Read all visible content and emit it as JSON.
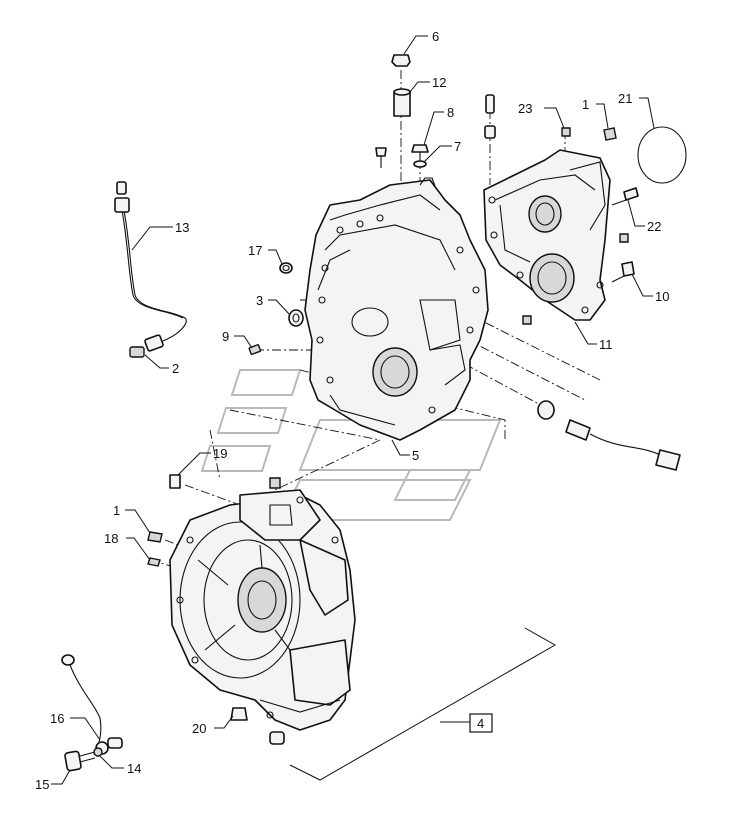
{
  "callouts": {
    "c1a": "1",
    "c1b": "1",
    "c2": "2",
    "c3": "3",
    "c4": "4",
    "c5": "5",
    "c6": "6",
    "c7": "7",
    "c8": "8",
    "c9": "9",
    "c10": "10",
    "c11": "11",
    "c12": "12",
    "c13": "13",
    "c14": "14",
    "c15": "15",
    "c16": "16",
    "c17": "17",
    "c18": "18",
    "c19": "19",
    "c20": "20",
    "c21": "21",
    "c22": "22",
    "c23": "23"
  }
}
